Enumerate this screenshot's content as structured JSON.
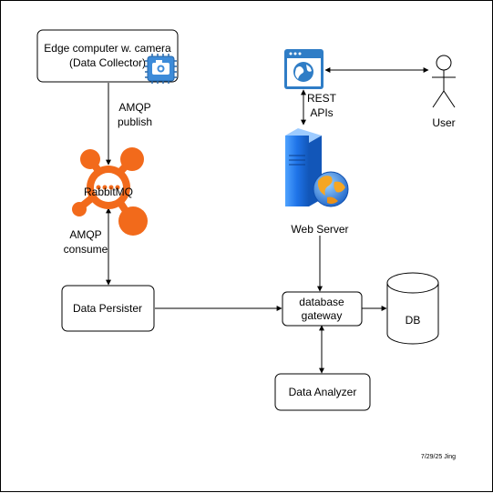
{
  "nodes": {
    "edge_computer": {
      "line1": "Edge computer w. camera",
      "line2": "(Data Collector)"
    },
    "rabbitmq": {
      "label": "RabbitMQ"
    },
    "data_persister": {
      "label": "Data Persister"
    },
    "database_gateway": {
      "line1": "database",
      "line2": "gateway"
    },
    "db": {
      "label": "DB"
    },
    "data_analyzer": {
      "label": "Data Analyzer"
    },
    "web_server": {
      "label": "Web Server"
    },
    "user": {
      "label": "User"
    }
  },
  "edges": {
    "amqp_publish": {
      "line1": "AMQP",
      "line2": "publish"
    },
    "amqp_consume": {
      "line1": "AMQP",
      "line2": "consume"
    },
    "rest_apis": {
      "line1": "REST",
      "line2": "APIs"
    }
  },
  "footer": {
    "signature": "7/29/25 Jing"
  },
  "colors": {
    "rabbit_orange": "#F26A1B",
    "browser_blue": "#2F7DC6",
    "server_blue": "#1E73E8",
    "camera_blue": "#3D8BD9"
  },
  "icons": [
    "camera-chip-icon",
    "rabbitmq-icon",
    "browser-globe-icon",
    "web-server-icon",
    "stick-figure-icon",
    "database-cylinder-icon"
  ]
}
